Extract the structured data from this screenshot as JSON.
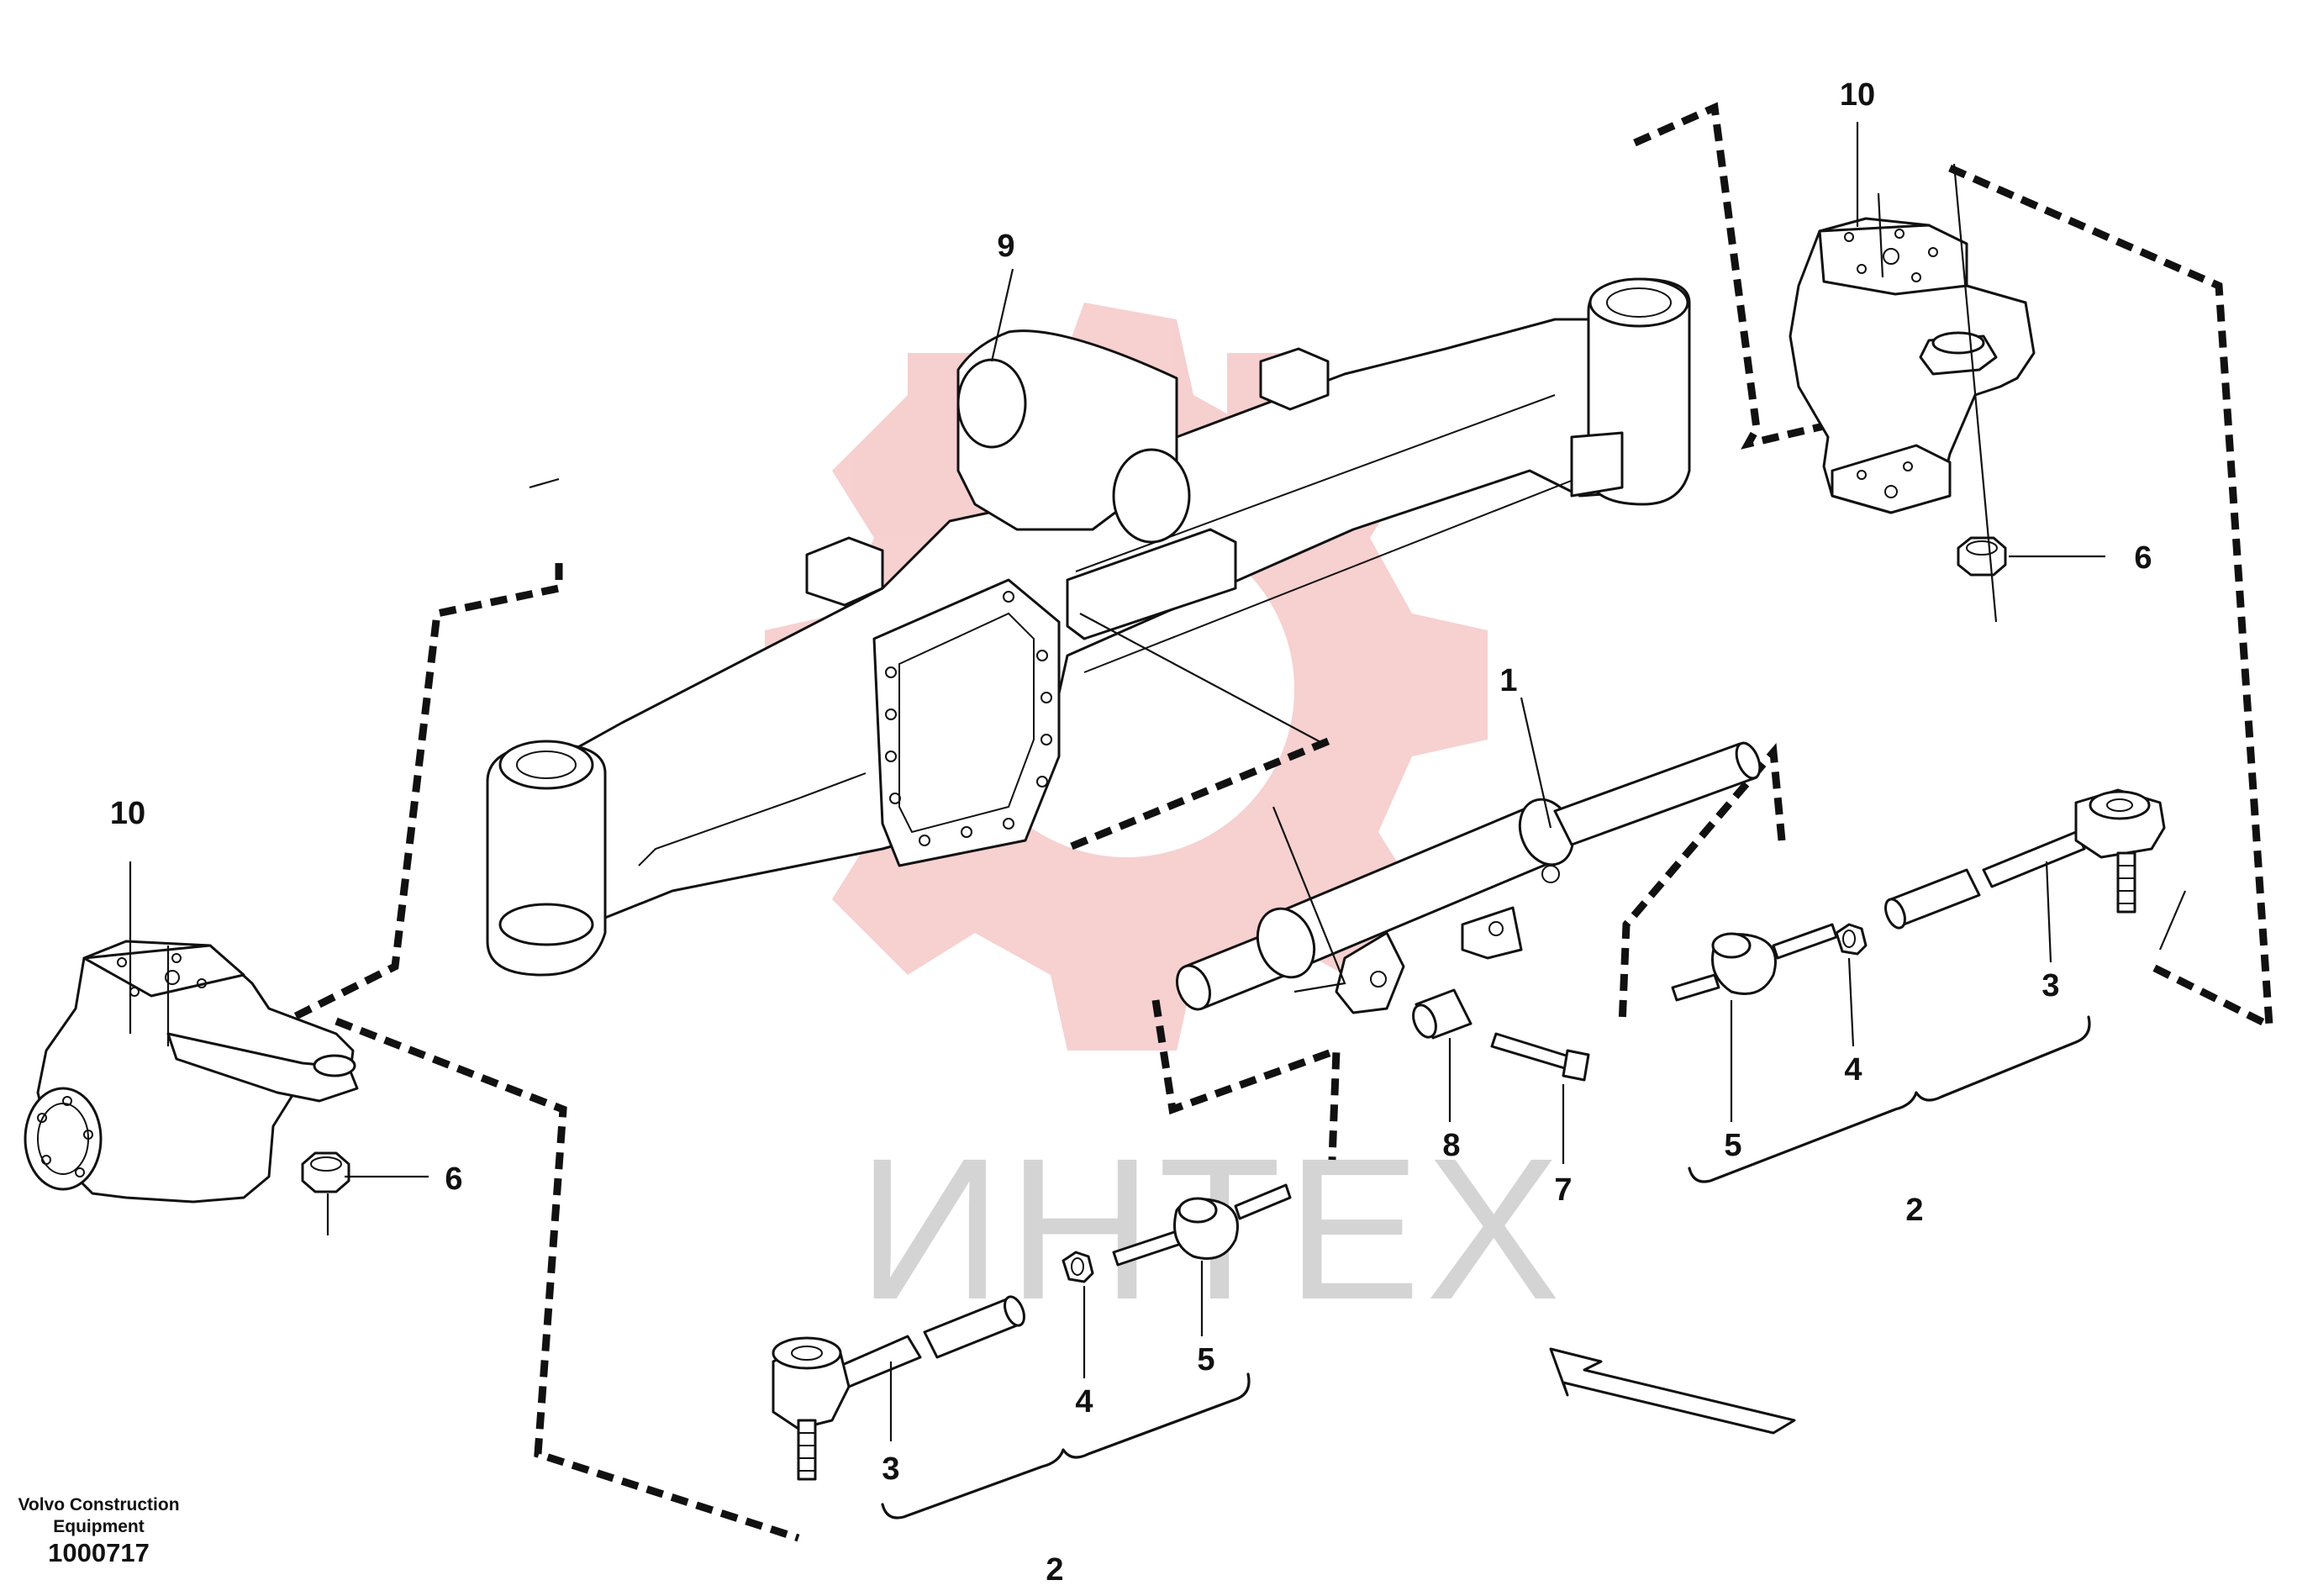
{
  "diagram": {
    "watermark_text": "ИНТЕХ",
    "callouts": [
      {
        "id": "c1",
        "text": "1"
      },
      {
        "id": "c2a",
        "text": "2"
      },
      {
        "id": "c2b",
        "text": "2"
      },
      {
        "id": "c3a",
        "text": "3"
      },
      {
        "id": "c3b",
        "text": "3"
      },
      {
        "id": "c4a",
        "text": "4"
      },
      {
        "id": "c4b",
        "text": "4"
      },
      {
        "id": "c5a",
        "text": "5"
      },
      {
        "id": "c5b",
        "text": "5"
      },
      {
        "id": "c6a",
        "text": "6"
      },
      {
        "id": "c6b",
        "text": "6"
      },
      {
        "id": "c7",
        "text": "7"
      },
      {
        "id": "c8",
        "text": "8"
      },
      {
        "id": "c9",
        "text": "9"
      },
      {
        "id": "c10a",
        "text": "10"
      },
      {
        "id": "c10b",
        "text": "10"
      }
    ]
  },
  "footer": {
    "manufacturer_line1": "Volvo Construction",
    "manufacturer_line2": "Equipment",
    "drawing_number": "1000717"
  },
  "colors": {
    "line": "#111111",
    "watermark_logo": "#f3c7c7",
    "watermark_text": "#d4d4d4"
  }
}
